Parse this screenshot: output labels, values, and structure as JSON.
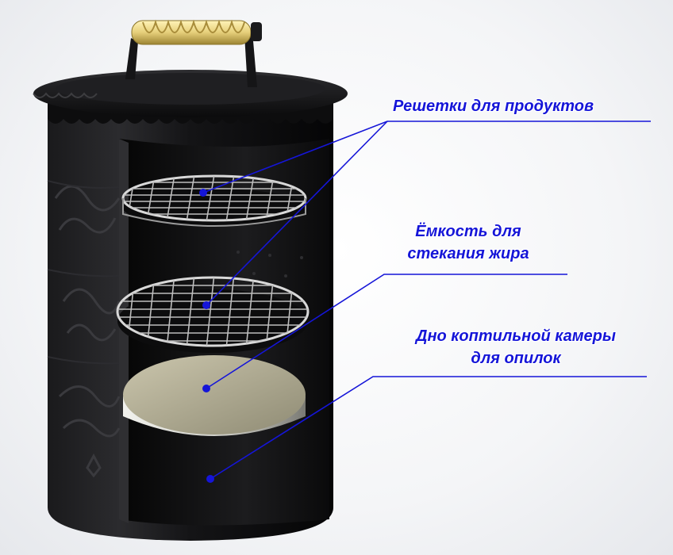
{
  "labels": {
    "grates": "Решетки для продуктов",
    "grease_line1": "Ёмкость для",
    "grease_line2": "стекания жира",
    "bottom_line1": "Дно коптильной камеры",
    "bottom_line2": "для опилок"
  },
  "colors": {
    "annotation": "#1515d8",
    "body": "#0e0e0f",
    "handle": "#e6cf7a",
    "grate": "#c9c9c9",
    "tray": "#b7b39c"
  }
}
